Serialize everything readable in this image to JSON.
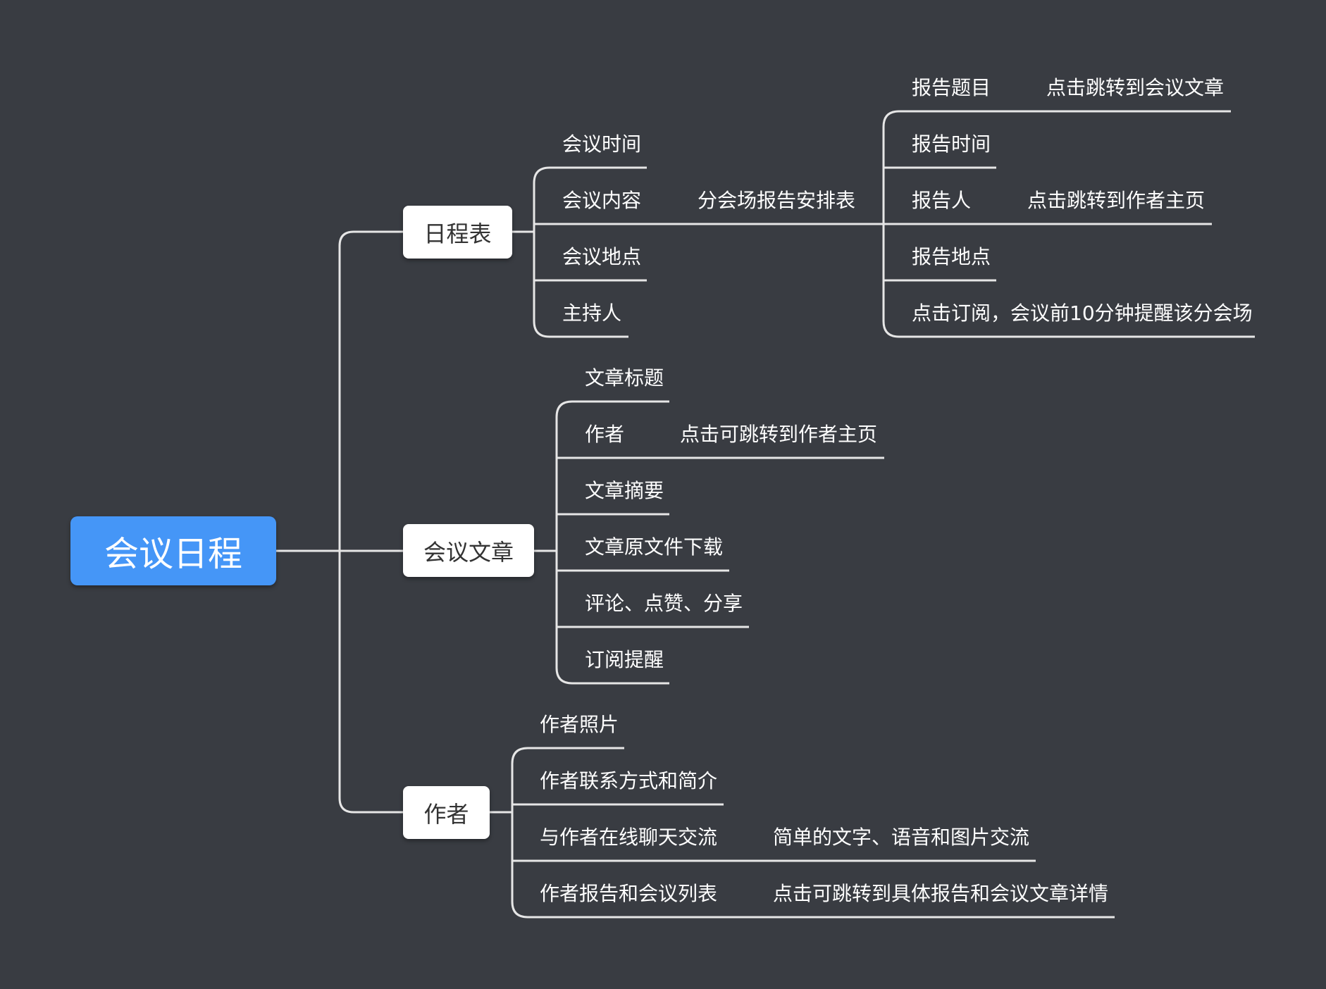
{
  "root": {
    "label": "会议日程"
  },
  "branches": {
    "schedule": {
      "label": "日程表",
      "items": [
        "会议时间",
        "会议内容",
        "会议地点",
        "主持人"
      ],
      "content_sub": "分会场报告安排表",
      "report_items": [
        "报告题目",
        "报告时间",
        "报告人",
        "报告地点",
        "点击订阅，会议前10分钟提醒该分会场"
      ],
      "report_title_note": "点击跳转到会议文章",
      "reporter_note": "点击跳转到作者主页"
    },
    "articles": {
      "label": "会议文章",
      "items": [
        "文章标题",
        "作者",
        "文章摘要",
        "文章原文件下载",
        "评论、点赞、分享",
        "订阅提醒"
      ],
      "author_note": "点击可跳转到作者主页"
    },
    "authors": {
      "label": "作者",
      "items": [
        "作者照片",
        "作者联系方式和简介",
        "与作者在线聊天交流",
        "作者报告和会议列表"
      ],
      "chat_note": "简单的文字、语音和图片交流",
      "list_note": "点击可跳转到具体报告和会议文章详情"
    }
  }
}
